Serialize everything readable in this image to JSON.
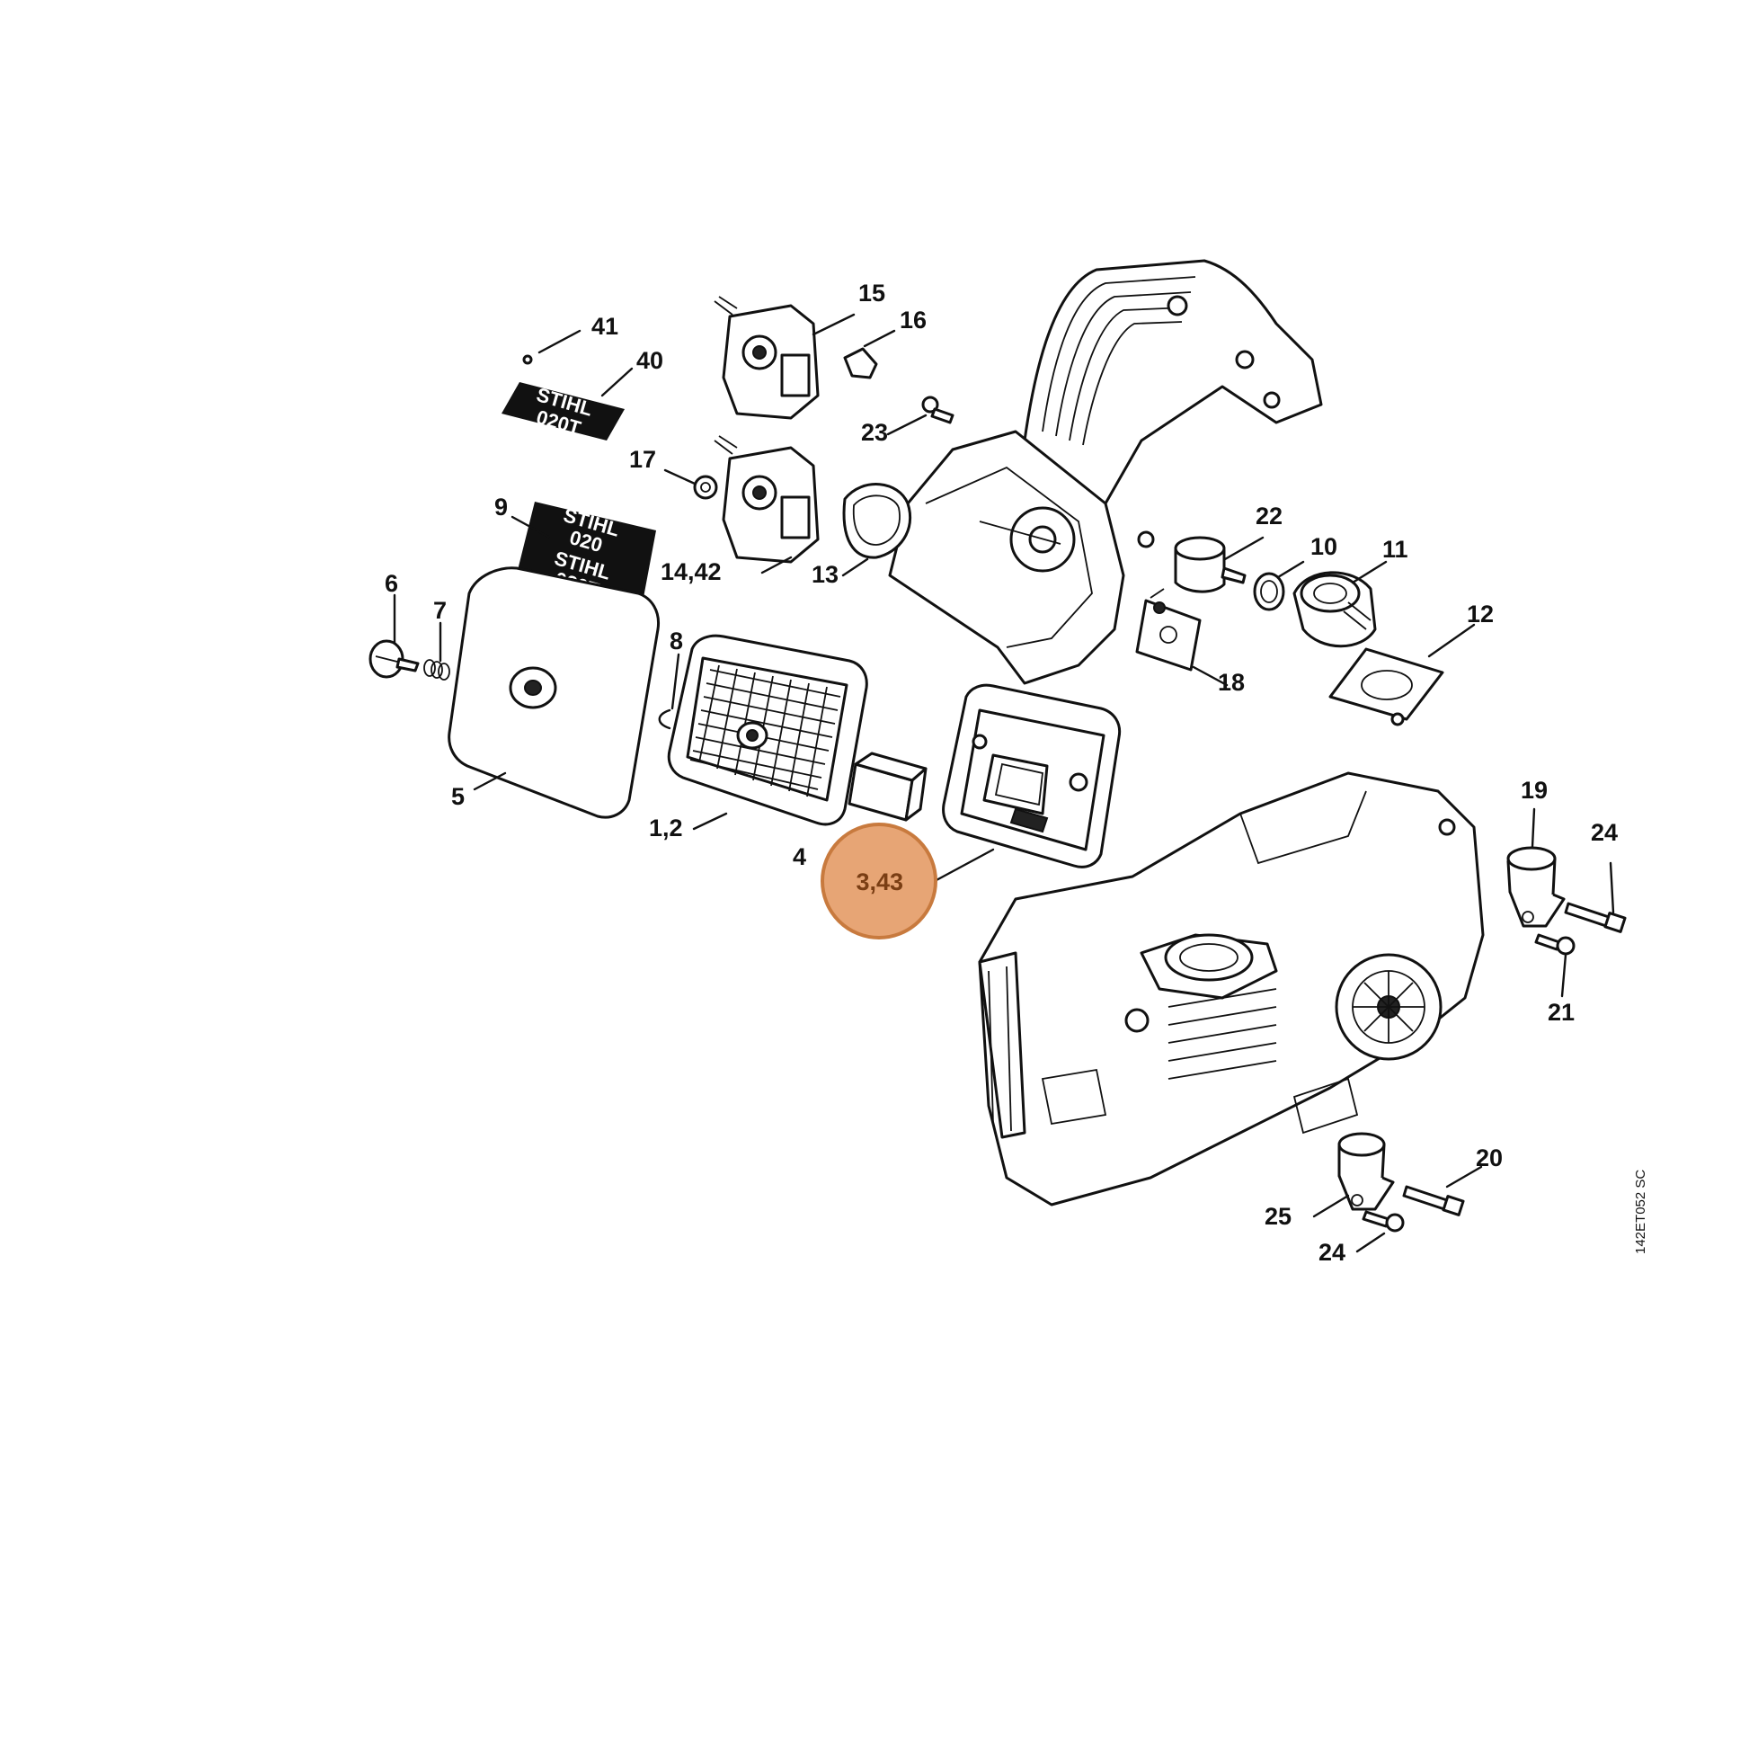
{
  "diagram": {
    "reference_code": "142ET052 SC",
    "highlight": {
      "label": "3,43",
      "color": "#e7a575",
      "border": "#c87a3e"
    },
    "callouts": [
      "41",
      "40",
      "15",
      "16",
      "23",
      "17",
      "14,42",
      "13",
      "9",
      "22",
      "10",
      "11",
      "12",
      "18",
      "6",
      "7",
      "8",
      "5",
      "1,2",
      "4",
      "19",
      "24",
      "21",
      "25",
      "20",
      "24"
    ],
    "decals": {
      "label_40": [
        "STIHL",
        "020T"
      ],
      "label_9": [
        "STIHL",
        "020",
        "STIHL",
        "020T"
      ]
    }
  }
}
